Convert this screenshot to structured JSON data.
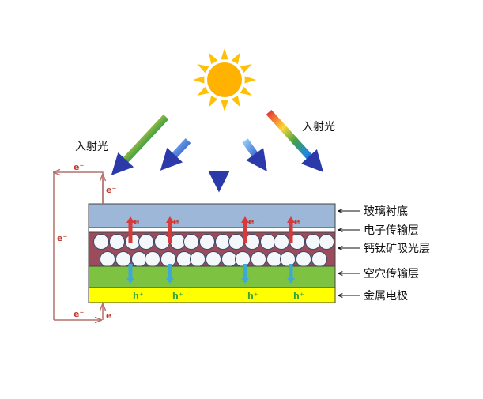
{
  "title": "钙钛矿太阳能电池结构示意图",
  "incident_light_left": "入射光",
  "incident_light_right": "入射光",
  "layers": [
    {
      "label": "玻璃衬底",
      "color": "#9db7d9"
    },
    {
      "label": "电子传输层",
      "color": "#ffffff"
    },
    {
      "label": "钙钛矿吸光层",
      "color": "#9b4b5c"
    },
    {
      "label": "空穴传输层",
      "color": "#7ec242"
    },
    {
      "label": "金属电极",
      "color": "#ffff00"
    }
  ],
  "electron": "e⁻",
  "hole": "h⁺"
}
